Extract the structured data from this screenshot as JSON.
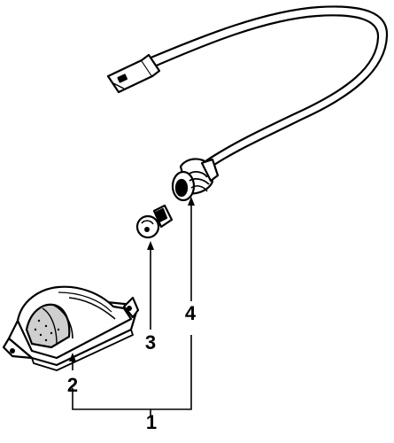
{
  "diagram": {
    "callouts": [
      {
        "number": "1",
        "part": "license-lamp-assembly"
      },
      {
        "number": "2",
        "part": "lamp-housing"
      },
      {
        "number": "3",
        "part": "bulb"
      },
      {
        "number": "4",
        "part": "socket"
      }
    ],
    "colors": {
      "line": "#000000",
      "background": "#ffffff"
    }
  }
}
